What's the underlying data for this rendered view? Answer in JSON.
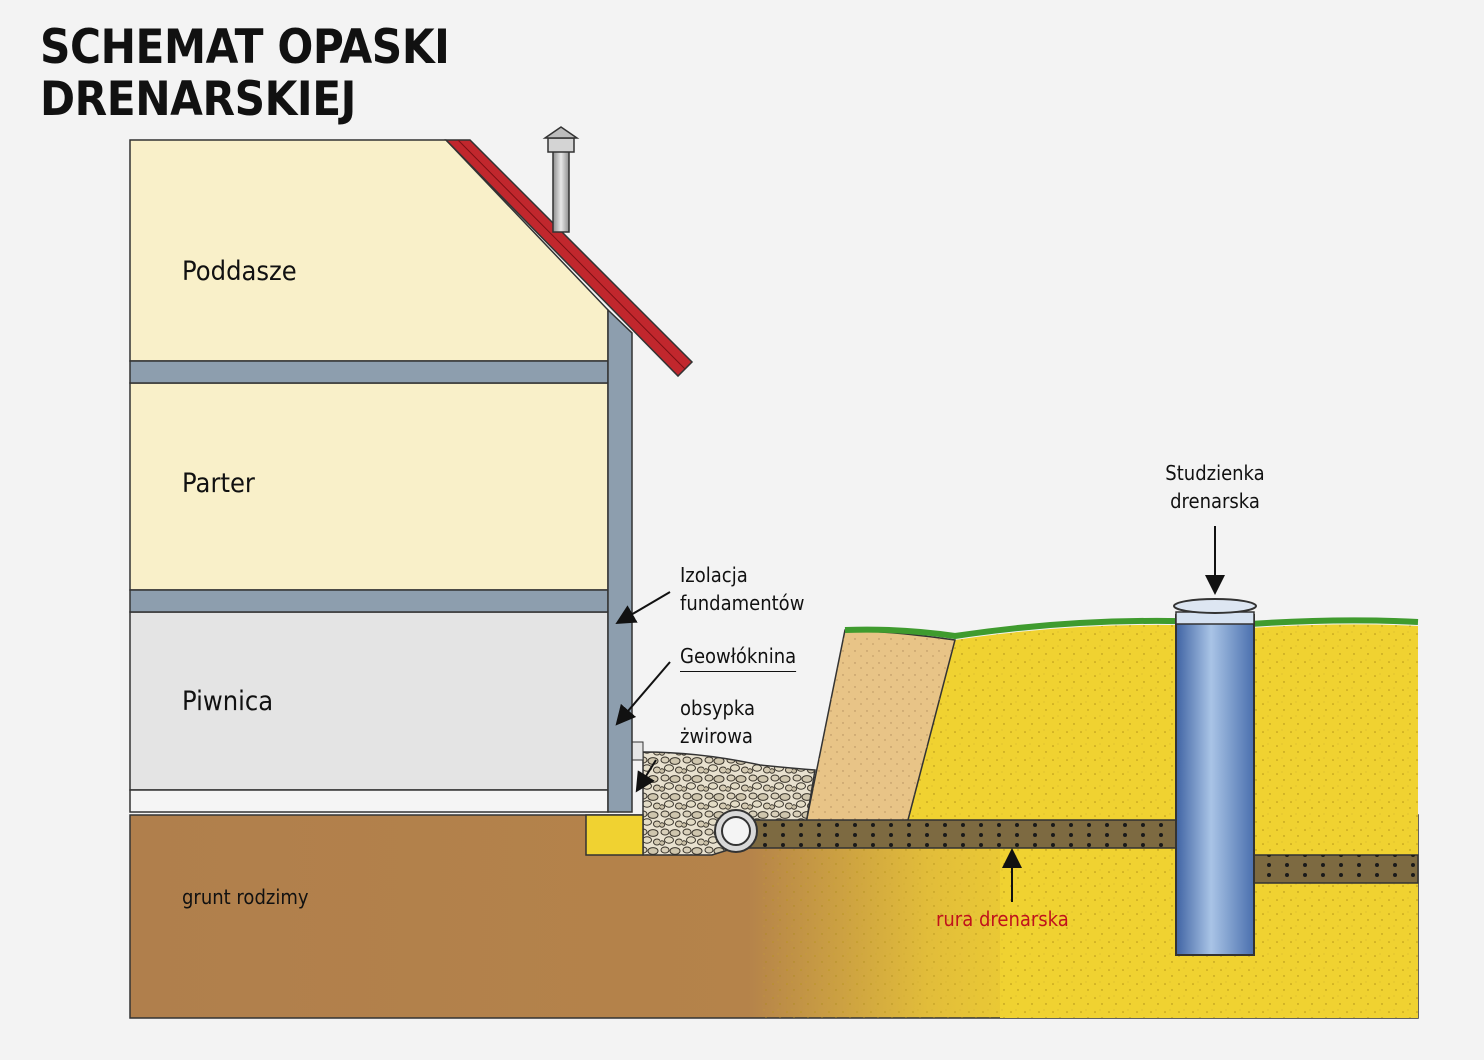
{
  "title": {
    "line1": "SCHEMAT OPASKI",
    "line2": "DRENARSKIEJ"
  },
  "rooms": {
    "attic": "Poddasze",
    "ground_floor": "Parter",
    "basement": "Piwnica"
  },
  "labels": {
    "insulation_line1": "Izolacja",
    "insulation_line2": "fundamentów",
    "geotextile": "Geowłóknina",
    "gravel_line1": "obsypka",
    "gravel_line2": "żwirowa",
    "native_soil": "grunt rodzimy",
    "drain_pipe": "rura drenarska",
    "well_line1": "Studzienka",
    "well_line2": "drenarska"
  },
  "colors": {
    "house_wall": "#f9f0c9",
    "basement": "#e4e4e4",
    "slab": "#8d9eae",
    "roof": "#c1272d",
    "native_soil": "#b07f4c",
    "sand": "#f0d231",
    "grass": "#3f9b2e",
    "pipe": "#7d6a41",
    "well": "#7fa3cf",
    "drain_label": "#c0121c"
  },
  "icons": [
    "arrow-insulation-icon",
    "arrow-geotextile-icon",
    "arrow-gravel-icon",
    "arrow-drain-pipe-icon",
    "arrow-well-icon",
    "chimney-icon"
  ]
}
